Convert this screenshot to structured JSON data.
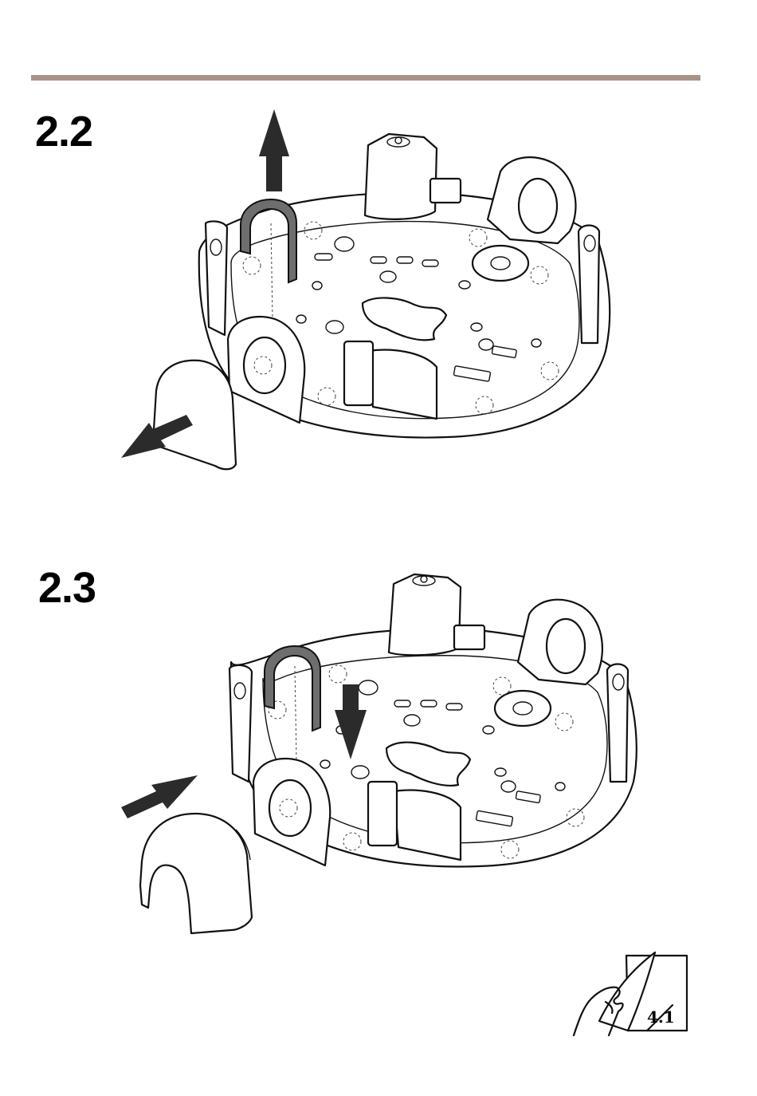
{
  "steps": [
    {
      "number": "2.2"
    },
    {
      "number": "2.3"
    }
  ],
  "reference": {
    "label": "4.1"
  }
}
